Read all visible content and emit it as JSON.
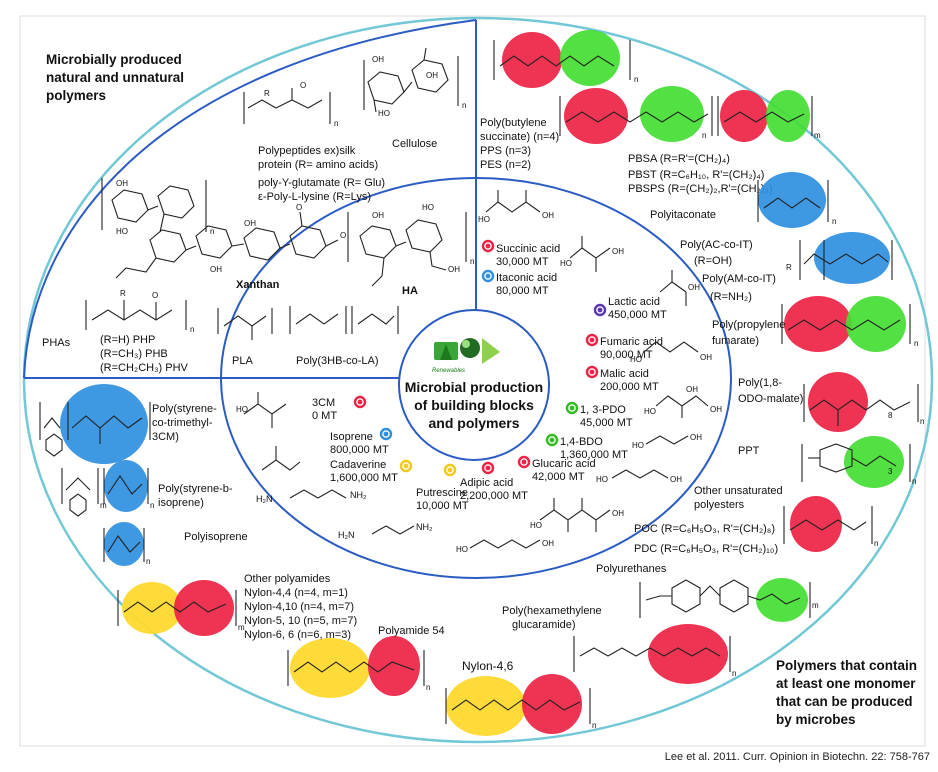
{
  "colors": {
    "outer_ring": "#72c8d6",
    "divider": "#2a5cc4",
    "monomer_blue": "#2f8fe0",
    "monomer_red": "#ee2244",
    "monomer_green": "#44dd33",
    "monomer_yellow": "#ffd92e"
  },
  "sections": {
    "top_left_title": [
      "Microbially produced",
      "natural and unnatural",
      "polymers"
    ],
    "bottom_right_title": [
      "Polymers that contain",
      "at least one monomer",
      "that can be produced",
      "by microbes"
    ],
    "center_title": [
      "Microbial production",
      "of building blocks",
      "and polymers"
    ],
    "center_logo_label": "Renewables"
  },
  "natural_polymers": {
    "cellulose": "Cellulose",
    "polypeptides": [
      "Polypeptides ex)silk",
      "protein (R= amino acids)",
      "poly-Y-glutamate (R= Glu)",
      "ε-Poly-L-lysine (R=Lys)"
    ],
    "xanthan": "Xanthan",
    "ha": "HA",
    "phas": "PHAs",
    "pha_variants": [
      "(R=H) PHP",
      "(R=CH₃) PHB",
      "(R=CH₂CH₃) PHV"
    ],
    "pla": "PLA",
    "p3hb_la": "Poly(3HB-co-LA)"
  },
  "building_blocks": [
    {
      "name": "Succinic acid",
      "amount": "30,000 MT",
      "dot": "red"
    },
    {
      "name": "Itaconic acid",
      "amount": "80,000 MT",
      "dot": "blue"
    },
    {
      "name": "Lactic acid",
      "amount": "450,000 MT",
      "dot": "purple"
    },
    {
      "name": "Fumaric acid",
      "amount": "90,000 MT",
      "dot": "red"
    },
    {
      "name": "Malic acid",
      "amount": "200,000 MT",
      "dot": "red"
    },
    {
      "name": "1, 3-PDO",
      "amount": "45,000 MT",
      "dot": "green"
    },
    {
      "name": "1,4-BDO",
      "amount": "1,360,000 MT",
      "dot": "green"
    },
    {
      "name": "Glucaric acid",
      "amount": "42,000 MT",
      "dot": "red"
    },
    {
      "name": "Adipic acid",
      "amount": "2,200,000 MT",
      "dot": "red"
    },
    {
      "name": "Putrescine",
      "amount": "10,000 MT",
      "dot": "yellow"
    },
    {
      "name": "Cadaverine",
      "amount": "1,600,000 MT",
      "dot": "yellow"
    },
    {
      "name": "Isoprene",
      "amount": "800,000 MT",
      "dot": "blue"
    },
    {
      "name": "3CM",
      "amount": "0 MT",
      "dot": "red"
    }
  ],
  "chem_labels": {
    "nh2": "NH₂",
    "h2n": "H₂N",
    "ho": "HO",
    "oh": "OH",
    "o": "O",
    "n": "n",
    "m": "m",
    "r": "R",
    "three": "3",
    "eight": "8"
  },
  "right_polymers": {
    "pbs": [
      "Poly(butylene",
      "succinate) (n=4)",
      "PPS (n=3)",
      "PES (n=2)"
    ],
    "pbsa": [
      "PBSA (R=R'=(CH₂)₄)",
      "PBST (R=C₆H₁₀, R'=(CH₂)₄)",
      "PBSPS (R=(CH₂)₂,R'=(CH₂)₃)"
    ],
    "polyitaconate": "Polyitaconate",
    "poly_ac_it": [
      "Poly(AC-co-IT)",
      "(R=OH)",
      "Poly(AM-co-IT)",
      "(R=NH₂)"
    ],
    "ppf": [
      "Poly(propylene",
      "fumarate)"
    ],
    "podo": [
      "Poly(1,8-",
      "ODO-malate)"
    ],
    "ppt": "PPT",
    "unsat": [
      "Other unsaturated",
      "polyesters"
    ],
    "poc": [
      "POC (R=C₆H₅O₃, R'=(CH₂)₈)",
      "PDC (R=C₆H₅O₃, R'=(CH₂)₁₀)"
    ],
    "polyurethanes": "Polyurethanes",
    "phg": [
      "Poly(hexamethylene",
      "glucaramide)"
    ],
    "nylon46": "Nylon-4,6",
    "polyamide54": "Polyamide 54",
    "other_polyamides": [
      "Other polyamides",
      "Nylon-4,4 (n=4, m=1)",
      "Nylon-4,10 (n=4, m=7)",
      "Nylon-5, 10 (n=5, m=7)",
      "Nylon-6, 6 (n=6, m=3)"
    ],
    "polyisoprene": "Polyisoprene",
    "psi": [
      "Poly(styrene-b-",
      "isoprene)"
    ],
    "pstc": [
      "Poly(styrene-",
      "co-trimethyl-",
      "3CM)"
    ]
  },
  "citation": "Lee et al. 2011. Curr. Opinion in Biotechn. 22: 758-767"
}
